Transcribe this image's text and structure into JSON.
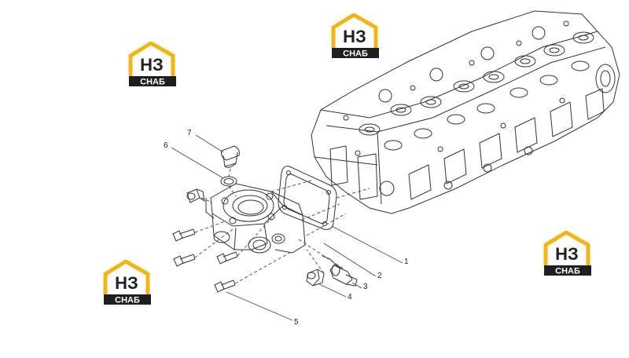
{
  "callouts": {
    "c1": "1",
    "c2": "2",
    "c3": "3",
    "c4": "4",
    "c5": "5",
    "c6": "6",
    "c7": "7"
  },
  "logo": {
    "letters": "НЗ",
    "caption": "СНАБ",
    "colors": {
      "house": "#f2b515",
      "letters": "#222222",
      "plate": "#1e1e1e",
      "plate_text": "#ffffff"
    }
  }
}
